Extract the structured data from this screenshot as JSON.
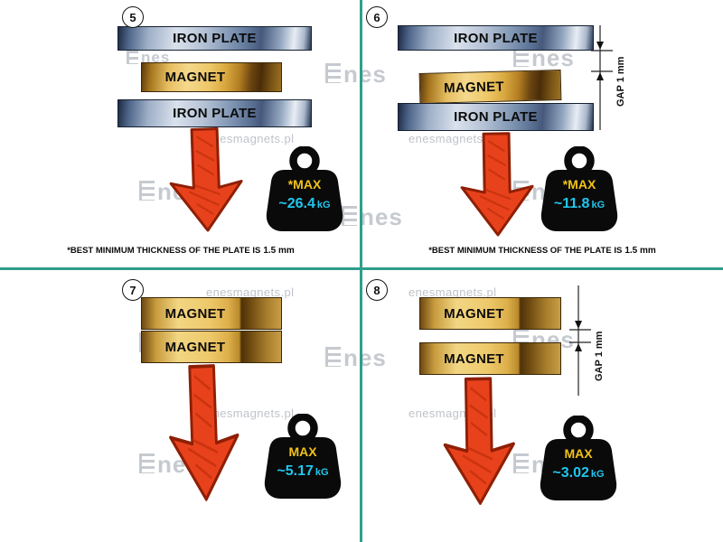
{
  "meta": {
    "divider_color": "#2f9e8a",
    "arrow_color": "#e8421c",
    "weight_label_color": "#f2c31a",
    "weight_value_color": "#1fc7ef"
  },
  "watermark": {
    "site": "enesmagnets.pl",
    "logo_text": "nes"
  },
  "panels": {
    "p5": {
      "number": "5",
      "top_plate": "IRON PLATE",
      "magnet": "MAGNET",
      "bottom_plate": "IRON PLATE",
      "weight": {
        "label": "*MAX",
        "value": "~26.4",
        "unit": "kG"
      },
      "footnote": "*BEST MINIMUM THICKNESS OF THE PLATE IS",
      "footnote_value": "1.5 mm"
    },
    "p6": {
      "number": "6",
      "top_plate": "IRON PLATE",
      "magnet": "MAGNET",
      "bottom_plate": "IRON PLATE",
      "gap_label": "GAP 1 mm",
      "weight": {
        "label": "*MAX",
        "value": "~11.8",
        "unit": "kG"
      },
      "footnote": "*BEST MINIMUM THICKNESS OF THE PLATE IS",
      "footnote_value": "1.5 mm"
    },
    "p7": {
      "number": "7",
      "top_magnet": "MAGNET",
      "bottom_magnet": "MAGNET",
      "weight": {
        "label": "MAX",
        "value": "~5.17",
        "unit": "kG"
      }
    },
    "p8": {
      "number": "8",
      "top_magnet": "MAGNET",
      "bottom_magnet": "MAGNET",
      "gap_label": "GAP 1 mm",
      "weight": {
        "label": "MAX",
        "value": "~3.02",
        "unit": "kG"
      }
    }
  }
}
